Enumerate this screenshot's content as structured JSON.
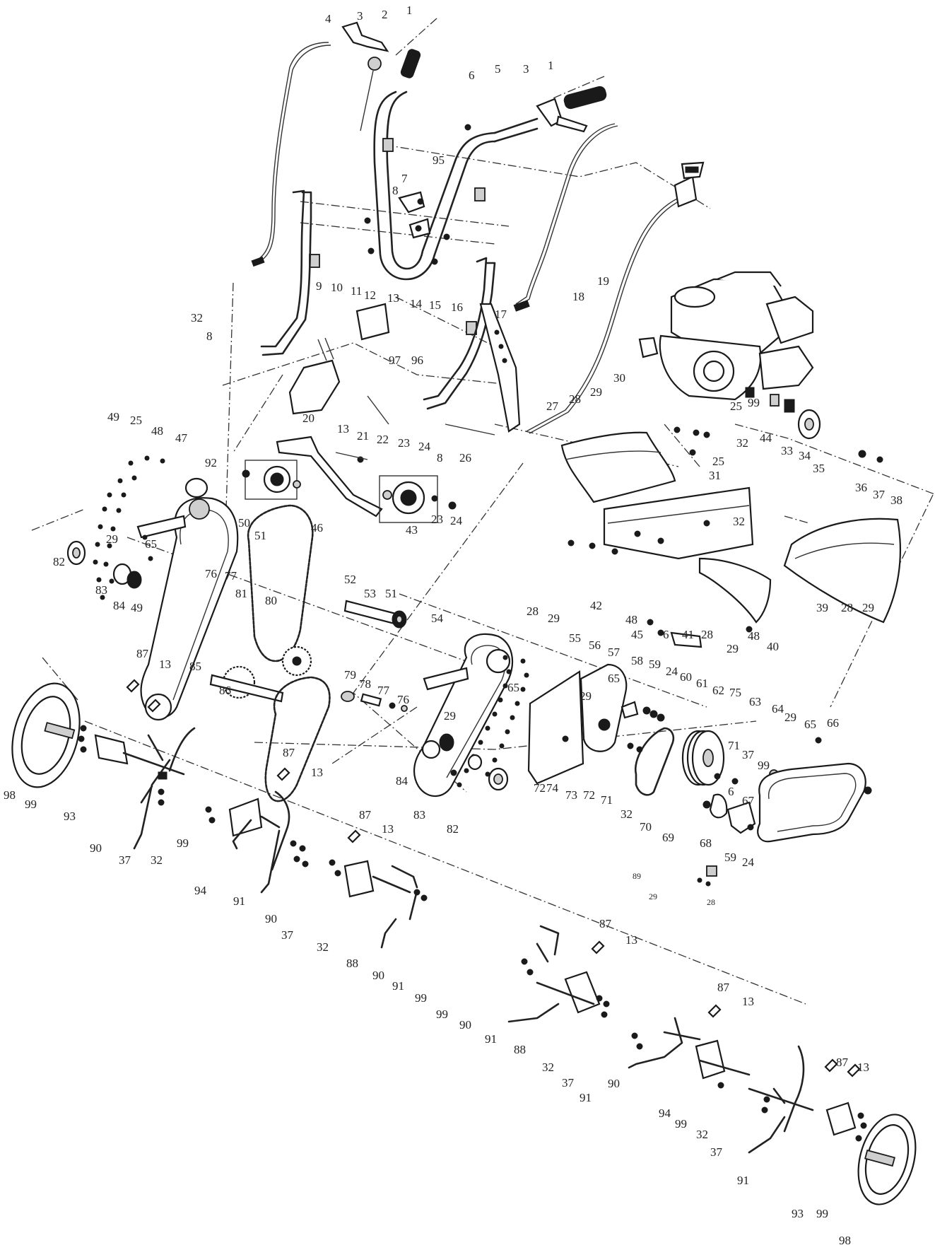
{
  "callouts": [
    {
      "id": "c1",
      "text": "4"
    },
    {
      "id": "c2",
      "text": "3"
    },
    {
      "id": "c3",
      "text": "2"
    },
    {
      "id": "c4",
      "text": "1"
    },
    {
      "id": "c5",
      "text": "6"
    },
    {
      "id": "c6",
      "text": "5"
    },
    {
      "id": "c7",
      "text": "3"
    },
    {
      "id": "c8",
      "text": "1"
    },
    {
      "id": "c9",
      "text": "95"
    },
    {
      "id": "c10",
      "text": "7"
    },
    {
      "id": "c11",
      "text": "8"
    },
    {
      "id": "c12",
      "text": "9"
    },
    {
      "id": "c13",
      "text": "10"
    },
    {
      "id": "c14",
      "text": "11"
    },
    {
      "id": "c15",
      "text": "12"
    },
    {
      "id": "c16",
      "text": "13"
    },
    {
      "id": "c17",
      "text": "14"
    },
    {
      "id": "c18",
      "text": "15"
    },
    {
      "id": "c19",
      "text": "16"
    },
    {
      "id": "c20",
      "text": "17"
    },
    {
      "id": "c21",
      "text": "18"
    },
    {
      "id": "c22",
      "text": "19"
    },
    {
      "id": "c23",
      "text": "32"
    },
    {
      "id": "c24",
      "text": "8"
    },
    {
      "id": "c25",
      "text": "97"
    },
    {
      "id": "c26",
      "text": "96"
    },
    {
      "id": "c27",
      "text": "30"
    },
    {
      "id": "c28",
      "text": "20"
    },
    {
      "id": "c29",
      "text": "13"
    },
    {
      "id": "c30",
      "text": "21"
    },
    {
      "id": "c31",
      "text": "22"
    },
    {
      "id": "c32",
      "text": "23"
    },
    {
      "id": "c33",
      "text": "24"
    },
    {
      "id": "c34",
      "text": "8"
    },
    {
      "id": "c35",
      "text": "26"
    },
    {
      "id": "c36",
      "text": "27"
    },
    {
      "id": "c37",
      "text": "28"
    },
    {
      "id": "c38",
      "text": "29"
    },
    {
      "id": "c39",
      "text": "25"
    },
    {
      "id": "c40",
      "text": "99"
    },
    {
      "id": "c41",
      "text": "32"
    },
    {
      "id": "c42",
      "text": "44"
    },
    {
      "id": "c43",
      "text": "33"
    },
    {
      "id": "c44",
      "text": "34"
    },
    {
      "id": "c45",
      "text": "35"
    },
    {
      "id": "c46",
      "text": "25"
    },
    {
      "id": "c47",
      "text": "31"
    },
    {
      "id": "c48",
      "text": "36"
    },
    {
      "id": "c49",
      "text": "37"
    },
    {
      "id": "c50",
      "text": "38"
    },
    {
      "id": "c51",
      "text": "49"
    },
    {
      "id": "c52",
      "text": "25"
    },
    {
      "id": "c53",
      "text": "48"
    },
    {
      "id": "c54",
      "text": "47"
    },
    {
      "id": "c55",
      "text": "92"
    },
    {
      "id": "c56",
      "text": "46"
    },
    {
      "id": "c57",
      "text": "43"
    },
    {
      "id": "c58",
      "text": "23"
    },
    {
      "id": "c59",
      "text": "24"
    },
    {
      "id": "c60",
      "text": "32"
    },
    {
      "id": "c61",
      "text": "50"
    },
    {
      "id": "c62",
      "text": "51"
    },
    {
      "id": "c63",
      "text": "29"
    },
    {
      "id": "c64",
      "text": "65"
    },
    {
      "id": "c65",
      "text": "82"
    },
    {
      "id": "c66",
      "text": "83"
    },
    {
      "id": "c67",
      "text": "84"
    },
    {
      "id": "c68",
      "text": "49"
    },
    {
      "id": "c69",
      "text": "76"
    },
    {
      "id": "c70",
      "text": "77"
    },
    {
      "id": "c71",
      "text": "81"
    },
    {
      "id": "c72",
      "text": "80"
    },
    {
      "id": "c73",
      "text": "52"
    },
    {
      "id": "c74",
      "text": "53"
    },
    {
      "id": "c75",
      "text": "51"
    },
    {
      "id": "c76",
      "text": "42"
    },
    {
      "id": "c77",
      "text": "48"
    },
    {
      "id": "c78",
      "text": "45"
    },
    {
      "id": "c79",
      "text": "6"
    },
    {
      "id": "c80",
      "text": "41"
    },
    {
      "id": "c81",
      "text": "28"
    },
    {
      "id": "c82",
      "text": "29"
    },
    {
      "id": "c83",
      "text": "48"
    },
    {
      "id": "c84",
      "text": "40"
    },
    {
      "id": "c85",
      "text": "39"
    },
    {
      "id": "c86",
      "text": "28"
    },
    {
      "id": "c87",
      "text": "29"
    },
    {
      "id": "c88",
      "text": "85"
    },
    {
      "id": "c89",
      "text": "86"
    },
    {
      "id": "c90",
      "text": "79"
    },
    {
      "id": "c91",
      "text": "78"
    },
    {
      "id": "c92",
      "text": "77"
    },
    {
      "id": "c93",
      "text": "76"
    },
    {
      "id": "c94",
      "text": "54"
    },
    {
      "id": "c95",
      "text": "28"
    },
    {
      "id": "c96",
      "text": "29"
    },
    {
      "id": "c97",
      "text": "55"
    },
    {
      "id": "c98",
      "text": "56"
    },
    {
      "id": "c99",
      "text": "57"
    },
    {
      "id": "c100",
      "text": "58"
    },
    {
      "id": "c101",
      "text": "59"
    },
    {
      "id": "c102",
      "text": "24"
    },
    {
      "id": "c103",
      "text": "60"
    },
    {
      "id": "c104",
      "text": "61"
    },
    {
      "id": "c105",
      "text": "62"
    },
    {
      "id": "c106",
      "text": "75"
    },
    {
      "id": "c107",
      "text": "63"
    },
    {
      "id": "c108",
      "text": "64"
    },
    {
      "id": "c109",
      "text": "29"
    },
    {
      "id": "c110",
      "text": "65"
    },
    {
      "id": "c111",
      "text": "66"
    },
    {
      "id": "c112",
      "text": "65"
    },
    {
      "id": "c113",
      "text": "29"
    },
    {
      "id": "c114",
      "text": "65"
    },
    {
      "id": "c115",
      "text": "29"
    },
    {
      "id": "c116",
      "text": "87"
    },
    {
      "id": "c117",
      "text": "13"
    },
    {
      "id": "c118",
      "text": "98"
    },
    {
      "id": "c119",
      "text": "99"
    },
    {
      "id": "c120",
      "text": "93"
    },
    {
      "id": "c121",
      "text": "90"
    },
    {
      "id": "c122",
      "text": "37"
    },
    {
      "id": "c123",
      "text": "32"
    },
    {
      "id": "c124",
      "text": "87"
    },
    {
      "id": "c125",
      "text": "13"
    },
    {
      "id": "c126",
      "text": "84"
    },
    {
      "id": "c127",
      "text": "83"
    },
    {
      "id": "c128",
      "text": "82"
    },
    {
      "id": "c129",
      "text": "72"
    },
    {
      "id": "c130",
      "text": "74"
    },
    {
      "id": "c131",
      "text": "73"
    },
    {
      "id": "c132",
      "text": "72"
    },
    {
      "id": "c133",
      "text": "71"
    },
    {
      "id": "c134",
      "text": "32"
    },
    {
      "id": "c135",
      "text": "71"
    },
    {
      "id": "c136",
      "text": "37"
    },
    {
      "id": "c137",
      "text": "99"
    },
    {
      "id": "c138",
      "text": "6"
    },
    {
      "id": "c139",
      "text": "67"
    },
    {
      "id": "c140",
      "text": "70"
    },
    {
      "id": "c141",
      "text": "69"
    },
    {
      "id": "c142",
      "text": "68"
    },
    {
      "id": "c143",
      "text": "59"
    },
    {
      "id": "c144",
      "text": "24"
    },
    {
      "id": "c145",
      "text": "89"
    },
    {
      "id": "c146",
      "text": "29"
    },
    {
      "id": "c147",
      "text": "28"
    },
    {
      "id": "c148",
      "text": "99"
    },
    {
      "id": "c149",
      "text": "94"
    },
    {
      "id": "c150",
      "text": "91"
    },
    {
      "id": "c151",
      "text": "90"
    },
    {
      "id": "c152",
      "text": "37"
    },
    {
      "id": "c153",
      "text": "32"
    },
    {
      "id": "c154",
      "text": "87"
    },
    {
      "id": "c155",
      "text": "13"
    },
    {
      "id": "c156",
      "text": "88"
    },
    {
      "id": "c157",
      "text": "90"
    },
    {
      "id": "c158",
      "text": "91"
    },
    {
      "id": "c159",
      "text": "99"
    },
    {
      "id": "c160",
      "text": "87"
    },
    {
      "id": "c161",
      "text": "13"
    },
    {
      "id": "c162",
      "text": "99"
    },
    {
      "id": "c163",
      "text": "90"
    },
    {
      "id": "c164",
      "text": "91"
    },
    {
      "id": "c165",
      "text": "88"
    },
    {
      "id": "c166",
      "text": "32"
    },
    {
      "id": "c167",
      "text": "37"
    },
    {
      "id": "c168",
      "text": "91"
    },
    {
      "id": "c169",
      "text": "90"
    },
    {
      "id": "c170",
      "text": "87"
    },
    {
      "id": "c171",
      "text": "13"
    },
    {
      "id": "c172",
      "text": "94"
    },
    {
      "id": "c173",
      "text": "99"
    },
    {
      "id": "c174",
      "text": "32"
    },
    {
      "id": "c175",
      "text": "37"
    },
    {
      "id": "c176",
      "text": "91"
    },
    {
      "id": "c177",
      "text": "87"
    },
    {
      "id": "c178",
      "text": "13"
    },
    {
      "id": "c179",
      "text": "93"
    },
    {
      "id": "c180",
      "text": "99"
    },
    {
      "id": "c181",
      "text": "98"
    }
  ]
}
